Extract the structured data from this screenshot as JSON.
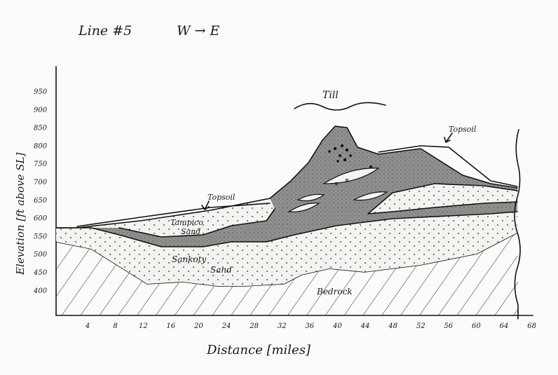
{
  "header": {
    "line_label": "Line #5",
    "direction": "W → E"
  },
  "axes": {
    "ylabel": "Elevation [ft above SL]",
    "xlabel": "Distance [miles]",
    "y_ticks": [
      "950",
      "900",
      "850",
      "800",
      "750",
      "700",
      "650",
      "600",
      "550",
      "500",
      "450",
      "400"
    ],
    "x_ticks": [
      "4",
      "8",
      "12",
      "16",
      "20",
      "24",
      "28",
      "32",
      "36",
      "40",
      "44",
      "48",
      "52",
      "56",
      "60",
      "64",
      "68"
    ]
  },
  "labels": {
    "till": "Till",
    "topsoil_west": "Topsoil",
    "topsoil_east": "Topsoil",
    "tampico_sand_1": "Tampico",
    "tampico_sand_2": "Sand",
    "sankoty_sand_1": "Sankoty",
    "sankoty_sand_2": "Sand",
    "bedrock": "Bedrock"
  },
  "colors": {
    "ink": "#111111",
    "till": "#8f8f8f",
    "sand": "#ededea",
    "paper": "#fbfbf9"
  }
}
